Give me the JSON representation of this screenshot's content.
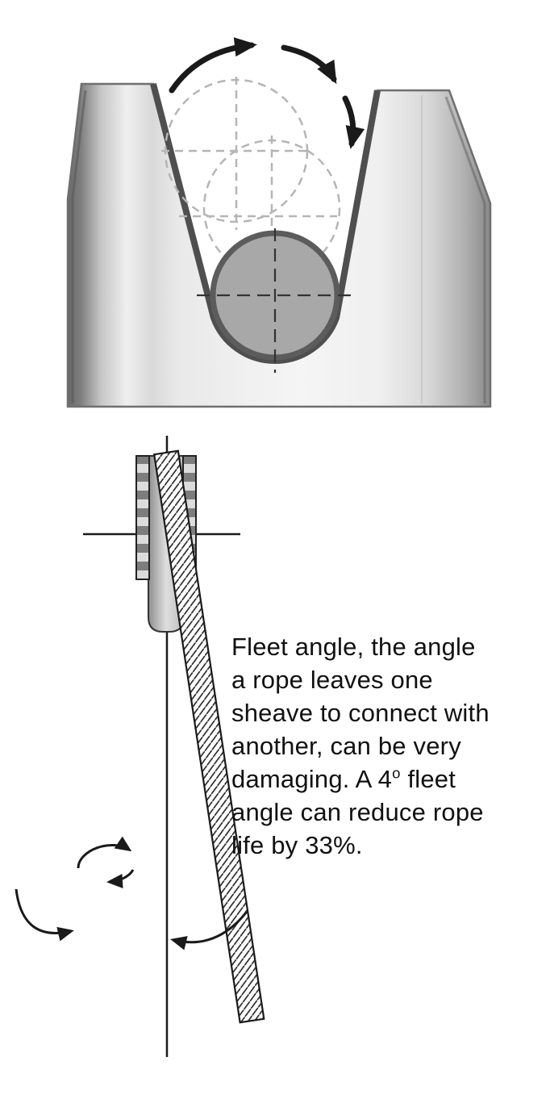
{
  "caption": {
    "lines": [
      "Fleet angle, the angle",
      "a rope leaves one",
      "sheave to connect with",
      "another, can be very"
    ],
    "line5": {
      "pre": "damaging. A 4",
      "sup": "o",
      "post": " fleet"
    },
    "lines_after": [
      "angle can reduce rope",
      "life by 33%."
    ]
  },
  "colors": {
    "background": "#ffffff",
    "groove_edge": "#4f4f4f",
    "rope_circle_fill": "#a8a8a8",
    "rope_circle_stroke": "#5c5c5c",
    "dashed_guide": "#b5b5b5",
    "line_color": "#1a1a1a"
  }
}
